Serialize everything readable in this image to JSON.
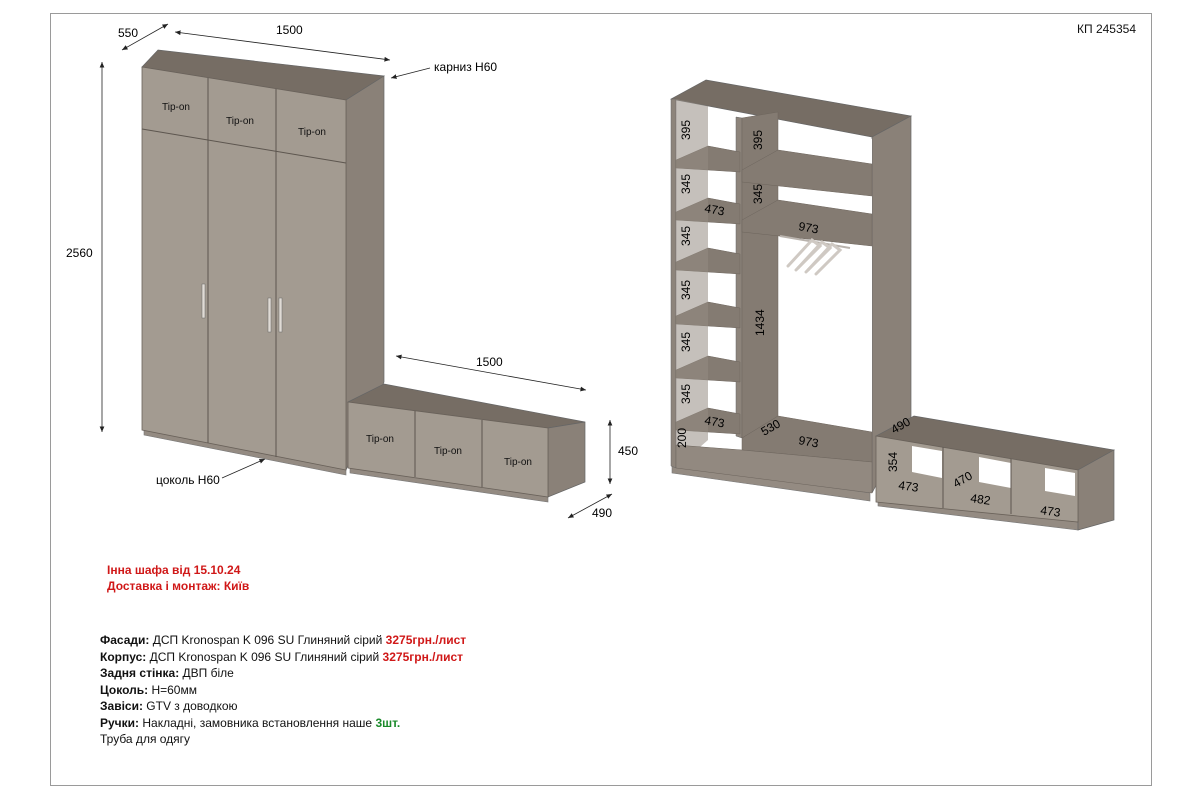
{
  "doc_code": "КП 245354",
  "wardrobe": {
    "width": "1500",
    "depth": "550",
    "height": "2560",
    "cornice_label": "карниз Н60",
    "plinth_label": "цоколь Н60",
    "tip_on": [
      "Tip-on",
      "Tip-on",
      "Tip-on"
    ]
  },
  "bench": {
    "width": "1500",
    "height": "450",
    "depth": "490",
    "tip_on": [
      "Tip-on",
      "Tip-on",
      "Tip-on"
    ]
  },
  "interior": {
    "left_column": [
      "395",
      "345",
      "345",
      "345",
      "345",
      "345",
      "200"
    ],
    "left_width": [
      "473",
      "473"
    ],
    "right_upper": [
      "395",
      "345"
    ],
    "right_width": [
      "973",
      "973"
    ],
    "hanging_height": "1434",
    "depth_530": "530",
    "bench_depth": "490",
    "bench_height": "354",
    "bench_widths": [
      "473",
      "470",
      "482",
      "473"
    ]
  },
  "notes": {
    "line1": "Інна шафа від 15.10.24",
    "line2": "Доставка і монтаж: Київ"
  },
  "specs": {
    "facades_key": "Фасади:",
    "facades_val": " ДСП Kronospan K 096 SU Глиняний сірий ",
    "facades_price": "3275грн./лист",
    "body_key": "Корпус:",
    "body_val": " ДСП Kronospan K 096 SU Глиняний сірий ",
    "body_price": "3275грн./лист",
    "back_key": "Задня стінка:",
    "back_val": "  ДВП біле",
    "plinth_key": "Цоколь:",
    "plinth_val": " Н=60мм",
    "hinges_key": "Завіси:",
    "hinges_val": " GTV з доводкою",
    "handles_key": "Ручки:",
    "handles_val": " Накладні, замовника встановлення наше ",
    "handles_qty": "3шт.",
    "rail": "Труба для одягу"
  },
  "colors": {
    "front": "#a39b91",
    "side": "#8a8178",
    "top": "#766d64",
    "inner": "#847b72",
    "accent_red": "#d01818",
    "accent_green": "#1a8a2a"
  }
}
